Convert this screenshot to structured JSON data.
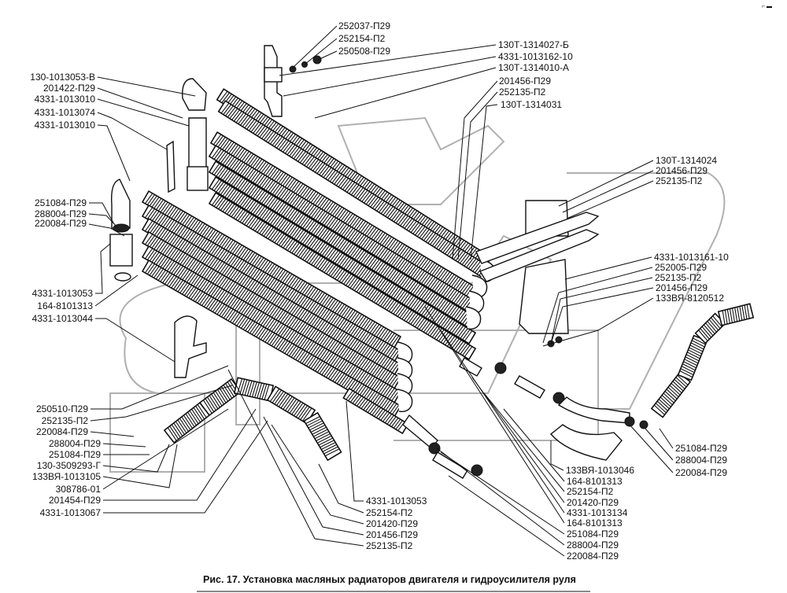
{
  "figure": {
    "caption": "Рис. 17. Установка масляных радиаторов двигателя и гидроусилителя руля",
    "corner_mark": "⌐ ▬"
  },
  "labels": {
    "top": [
      "252037-П29",
      "252154-П2",
      "250508-П29"
    ],
    "top_right": [
      "130Т-1314027-Б",
      "4331-1013162-10",
      "130Т-1314010-А",
      "201456-П29",
      "252135-П2",
      "130Т-1314031"
    ],
    "left_upper": [
      "130-1013053-В",
      "201422-П29",
      "4331-1013010",
      "4331-1013074",
      "4331-1013010"
    ],
    "left_mid": [
      "251084-П29",
      "288004-П29",
      "220084-П29"
    ],
    "left_lower": [
      "4331-1013053",
      "164-8101313",
      "4331-1013044"
    ],
    "right_upper": [
      "130Т-1314024",
      "201456-П29",
      "252135-П2"
    ],
    "right_mid": [
      "4331-1013161-10",
      "252005-П29",
      "252135-П2",
      "201456-П29",
      "133ВЯ-8120512"
    ],
    "bottom_left": [
      "250510-П29",
      "252135-П2",
      "220084-П29",
      "288004-П29",
      "251084-П29",
      "130-3509293-Г",
      "133ВЯ-1013105",
      "308786-01",
      "201454-П29",
      "4331-1013067"
    ],
    "bottom_center": [
      "4331-1013053",
      "252154-П2",
      "201420-П29",
      "201456-П29",
      "252135-П2"
    ],
    "bottom_right_col": [
      "133ВЯ-1013046",
      "164-8101313",
      "252154-П2",
      "201420-П29",
      "4331-1013134",
      "164-8101313",
      "251084-П29",
      "288004-П29",
      "220084-П29"
    ],
    "bottom_far_right": [
      "251084-П29",
      "288004-П29",
      "220084-П29"
    ]
  }
}
